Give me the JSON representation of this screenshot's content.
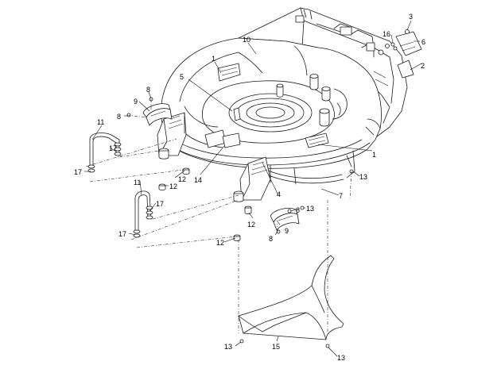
{
  "diagram": {
    "callouts": [
      {
        "label": "1"
      },
      {
        "label": "1"
      },
      {
        "label": "2"
      },
      {
        "label": "3"
      },
      {
        "label": "4"
      },
      {
        "label": "5"
      },
      {
        "label": "6"
      },
      {
        "label": "7"
      },
      {
        "label": "8"
      },
      {
        "label": "8"
      },
      {
        "label": "8"
      },
      {
        "label": "8"
      },
      {
        "label": "9"
      },
      {
        "label": "9"
      },
      {
        "label": "10"
      },
      {
        "label": "11"
      },
      {
        "label": "11"
      },
      {
        "label": "12"
      },
      {
        "label": "12"
      },
      {
        "label": "12"
      },
      {
        "label": "12"
      },
      {
        "label": "13"
      },
      {
        "label": "13"
      },
      {
        "label": "13"
      },
      {
        "label": "13"
      },
      {
        "label": "14"
      },
      {
        "label": "15"
      },
      {
        "label": "16"
      },
      {
        "label": "17"
      },
      {
        "label": "17"
      },
      {
        "label": "17"
      },
      {
        "label": "17"
      }
    ]
  }
}
